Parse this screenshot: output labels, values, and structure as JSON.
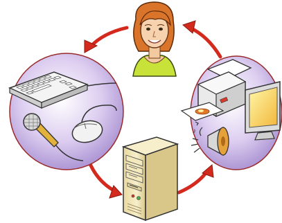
{
  "diagram": {
    "nodes": [
      {
        "id": "user",
        "icon": "woman-icon"
      },
      {
        "id": "input-devices",
        "icons": [
          "keyboard-icon",
          "microphone-icon",
          "mouse-icon"
        ]
      },
      {
        "id": "system-unit",
        "icon": "computer-tower-icon"
      },
      {
        "id": "output-devices",
        "icons": [
          "printer-icon",
          "monitor-icon",
          "speaker-icon"
        ]
      }
    ],
    "flow": [
      {
        "from": "user",
        "to": "input-devices"
      },
      {
        "from": "input-devices",
        "to": "system-unit"
      },
      {
        "from": "system-unit",
        "to": "output-devices"
      },
      {
        "from": "output-devices",
        "to": "user"
      }
    ],
    "colors": {
      "arrow": "#d42a1e",
      "circle_fill": "#c9b6e6",
      "circle_edge": "#9a2a2a",
      "hair": "#d9742a",
      "top": "#c8e23a",
      "case": "#f2e6b8"
    }
  }
}
